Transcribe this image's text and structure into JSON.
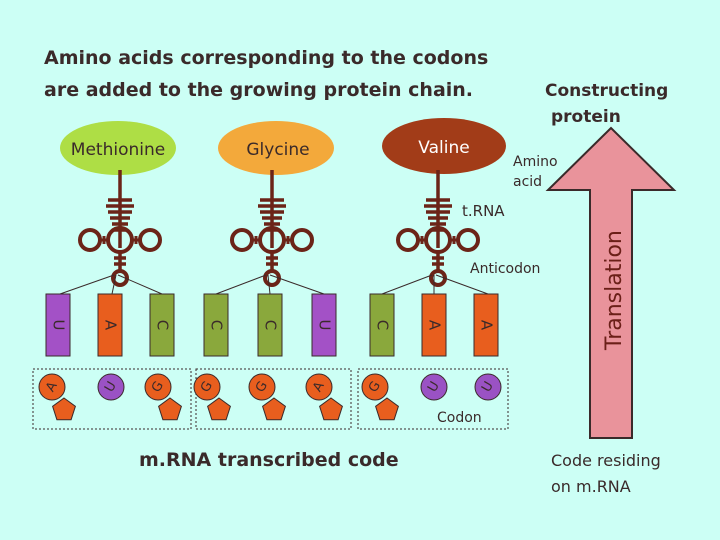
{
  "title_lines": [
    "Amino acids corresponding to the codons",
    "are added to the growing protein chain."
  ],
  "constructing": [
    "Constructing",
    "protein"
  ],
  "translation": "Translation",
  "amino_acid_label": [
    "Amino",
    "acid"
  ],
  "trna_label": "t.RNA",
  "anticodon_label": "Anticodon",
  "codon_label": "Codon",
  "mrna_label": "m.RNA transcribed code",
  "code_residing": [
    "Code residing",
    "on m.RNA"
  ],
  "amino_acids": [
    {
      "name": "Methionine",
      "color": "#aede45"
    },
    {
      "name": "Glycine",
      "color": "#f3a93b"
    },
    {
      "name": "Valine",
      "color": "#a23c18"
    }
  ],
  "anticodons": [
    "U",
    "A",
    "C",
    "C",
    "C",
    "U",
    "C",
    "A",
    "A"
  ],
  "codons": [
    "A",
    "U",
    "G",
    "G",
    "G",
    "A",
    "G",
    "U",
    "U"
  ],
  "base_colors": {
    "U": "#a351c6",
    "A": "#e85e1e",
    "C": "#8aa83c",
    "G": "#e85e1e"
  },
  "codon_colors": {
    "A": "#e85e1e",
    "U": "#9a52c4",
    "G": "#e85e1e"
  },
  "arrow_color": "#e9939b"
}
